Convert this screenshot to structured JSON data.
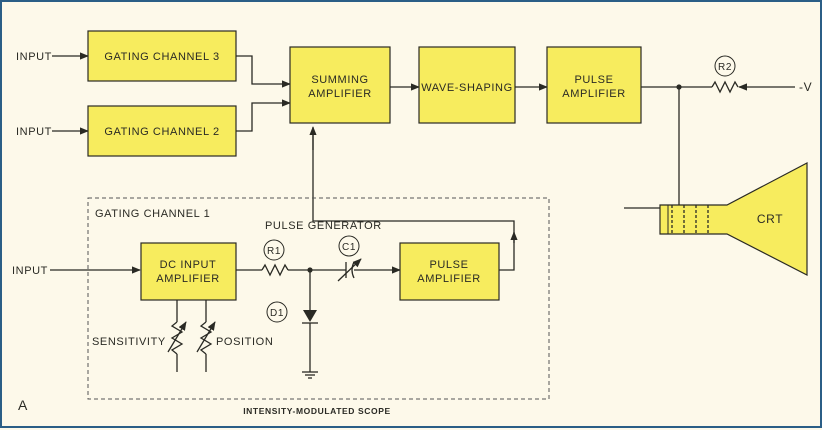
{
  "title": "INTENSITY-MODULATED SCOPE",
  "panel_label": "A",
  "inputs": {
    "ch3": "INPUT",
    "ch2": "INPUT",
    "ch1": "INPUT"
  },
  "blocks": {
    "gating_channel_3": [
      "GATING CHANNEL 3"
    ],
    "gating_channel_2": [
      "GATING CHANNEL 2"
    ],
    "summing_amplifier": [
      "SUMMING",
      "AMPLIFIER"
    ],
    "wave_shaping": [
      "WAVE-SHAPING"
    ],
    "pulse_amplifier_main": [
      "PULSE",
      "AMPLIFIER"
    ],
    "dc_input_amplifier": [
      "DC INPUT",
      "AMPLIFIER"
    ],
    "pulse_amplifier_ch1": [
      "PULSE",
      "AMPLIFIER"
    ]
  },
  "group_label": "GATING CHANNEL 1",
  "pulse_generator_label": "PULSE GENERATOR",
  "components": {
    "r1": "R1",
    "c1": "C1",
    "d1": "D1",
    "r2": "R2"
  },
  "supply_label": "-V",
  "crt_label": "CRT",
  "controls": {
    "sensitivity": "SENSITIVITY",
    "position": "POSITION"
  },
  "colors": {
    "block_fill": "#f7ec5e",
    "background": "#fdf9ea",
    "ink": "#2a2a24",
    "frame": "#2b5e86"
  }
}
